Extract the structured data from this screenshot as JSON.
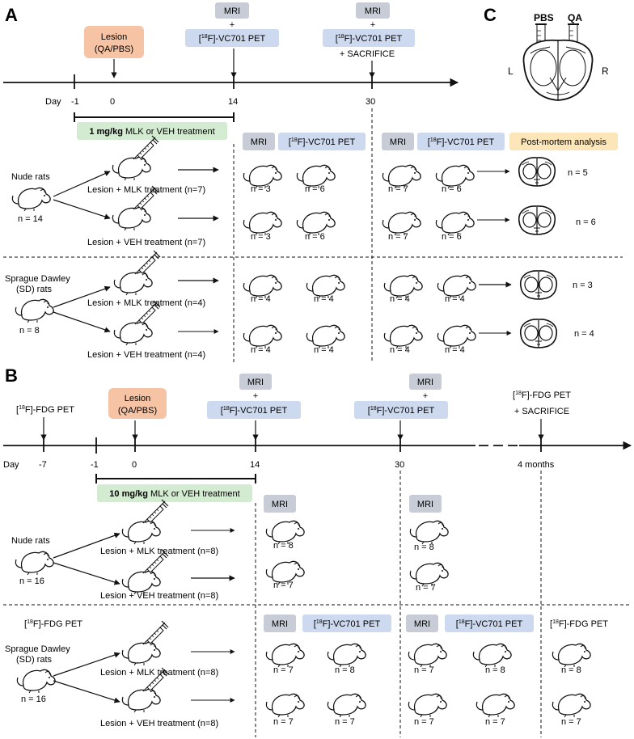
{
  "colors": {
    "lesion_fill": "#f6c4a4",
    "mri_fill": "#c7ccd6",
    "pet_fill": "#cdd9ee",
    "treatment_fill": "#d3ecd1",
    "postmortem_fill": "#fbe5b9",
    "line": "#111111"
  },
  "panelA": {
    "label": "A",
    "day_label": "Day",
    "ticks": [
      "-1",
      "0",
      "14",
      "30"
    ],
    "lesion_box": [
      "Lesion",
      "(QA/PBS)"
    ],
    "mri14": "MRI",
    "plus14": "+",
    "pet14": "-VC701 PET",
    "mri30": "MRI",
    "plus30": "+",
    "pet30": "-VC701 PET",
    "sacrifice30": "+ SACRIFICE",
    "treatment_bold": "1 mg/kg",
    "treatment_rest": " MLK or VEH treatment",
    "col_mri1": "MRI",
    "col_pet1": "-VC701 PET",
    "col_mri2": "MRI",
    "col_pet2": "-VC701 PET",
    "postmortem": "Post-mortem analysis",
    "nude": {
      "name": "Nude rats",
      "n": "n = 14",
      "mlk": "Lesion + MLK treatment (n=7)",
      "veh": "Lesion + VEH treatment  (n=7)",
      "mlk_counts": [
        "n = 3",
        "n = 6",
        "n = 7",
        "n = 6",
        "n = 5"
      ],
      "veh_counts": [
        "n = 3",
        "n = 6",
        "n = 7",
        "n = 6",
        "n = 6"
      ]
    },
    "sd": {
      "name1": "Sprague Dawley",
      "name2": "(SD) rats",
      "n": "n = 8",
      "mlk": "Lesion + MLK treatment (n=4)",
      "veh": "Lesion + VEH treatment (n=4)",
      "mlk_counts": [
        "n = 4",
        "n = 4",
        "n = 4",
        "n = 4",
        "n = 3"
      ],
      "veh_counts": [
        "n = 4",
        "n = 4",
        "n = 4",
        "n = 4",
        "n = 4"
      ]
    }
  },
  "panelB": {
    "label": "B",
    "day_label": "Day",
    "ticks": [
      "-7",
      "-1",
      "0",
      "14",
      "30",
      "4 months"
    ],
    "fdg_start": "-FDG PET",
    "lesion_box": [
      "Lesion",
      "(QA/PBS)"
    ],
    "mri14": "MRI",
    "plus14": "+",
    "pet14": "-VC701 PET",
    "mri30": "MRI",
    "plus30": "+",
    "pet30": "-VC701 PET",
    "fdg_end": "-FDG PET",
    "sacrifice_end": "+ SACRIFICE",
    "treatment_bold": "10 mg/kg",
    "treatment_rest": " MLK or VEH treatment",
    "nude": {
      "name": "Nude rats",
      "n": "n = 16",
      "mlk": "Lesion + MLK treatment (n=8)",
      "veh": "Lesion + VEH treatment (n=8)",
      "mri1": "MRI",
      "mri2": "MRI",
      "mlk_counts": [
        "n = 8",
        "n = 8"
      ],
      "veh_counts": [
        "n = 7",
        "n = 7"
      ]
    },
    "sd": {
      "fdg_label": "-FDG PET",
      "name1": "Sprague Dawley",
      "name2": "(SD) rats",
      "n": "n = 16",
      "mlk": "Lesion + MLK treatment (n=8)",
      "veh": "Lesion + VEH treatment (n=8)",
      "col_mri1": "MRI",
      "col_pet1": "-VC701 PET",
      "col_mri2": "MRI",
      "col_pet2": "-VC701 PET",
      "col_fdg": "-FDG PET",
      "mlk_counts": [
        "n = 7",
        "n = 8",
        "n = 7",
        "n = 8",
        "n = 8"
      ],
      "veh_counts": [
        "n = 7",
        "n = 7",
        "n = 7",
        "n = 7",
        "n = 7"
      ]
    }
  },
  "panelC": {
    "label": "C",
    "pbs": "PBS",
    "qa": "QA",
    "left": "L",
    "right": "R"
  },
  "isotope": "18",
  "bracket_open": "[",
  "bracket_close": "F]"
}
